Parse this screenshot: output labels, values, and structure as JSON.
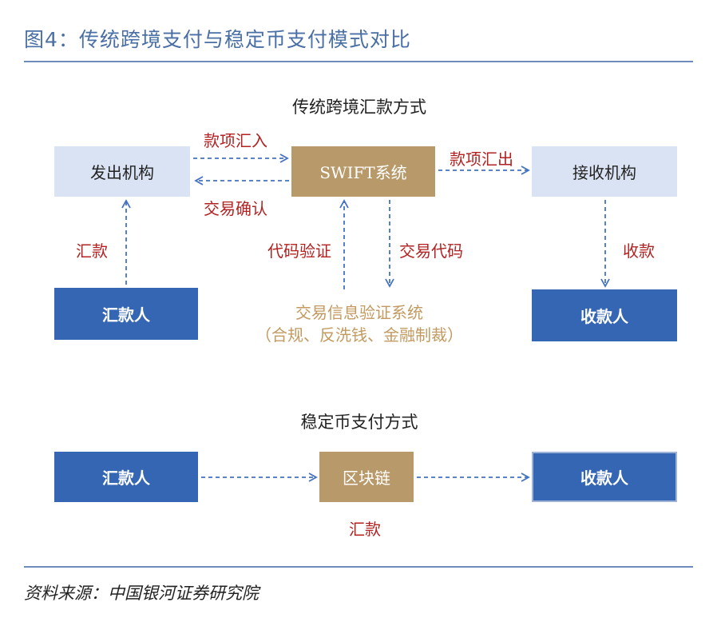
{
  "figure": {
    "title": "图4：传统跨境支付与稳定币支付模式对比",
    "source": "资料来源：中国银河证券研究院"
  },
  "traditional": {
    "section_title": "传统跨境汇款方式",
    "nodes": {
      "sender_institution": "发出机构",
      "swift": "SWIFT系统",
      "receiver_institution": "接收机构",
      "remitter": "汇款人",
      "payee": "收款人",
      "verification_line1": "交易信息验证系统",
      "verification_line2": "（合规、反洗钱、金融制裁）"
    },
    "edges": {
      "funds_in": "款项汇入",
      "trade_confirm": "交易确认",
      "funds_out": "款项汇出",
      "remit": "汇款",
      "code_verify": "代码验证",
      "trade_code": "交易代码",
      "receive": "收款"
    }
  },
  "stablecoin": {
    "section_title": "稳定币支付方式",
    "nodes": {
      "remitter": "汇款人",
      "blockchain": "区块链",
      "payee": "收款人"
    },
    "edges": {
      "remit": "汇款"
    }
  },
  "colors": {
    "title_blue": "#4a6fa5",
    "rule": "#6d8bbd",
    "light_box": "#dae3f3",
    "gold_box": "#b89a6a",
    "blue_box": "#3566b3",
    "edge_label_red": "#b22222",
    "gold_text": "#c29a60",
    "arrow": "#4472c4"
  }
}
